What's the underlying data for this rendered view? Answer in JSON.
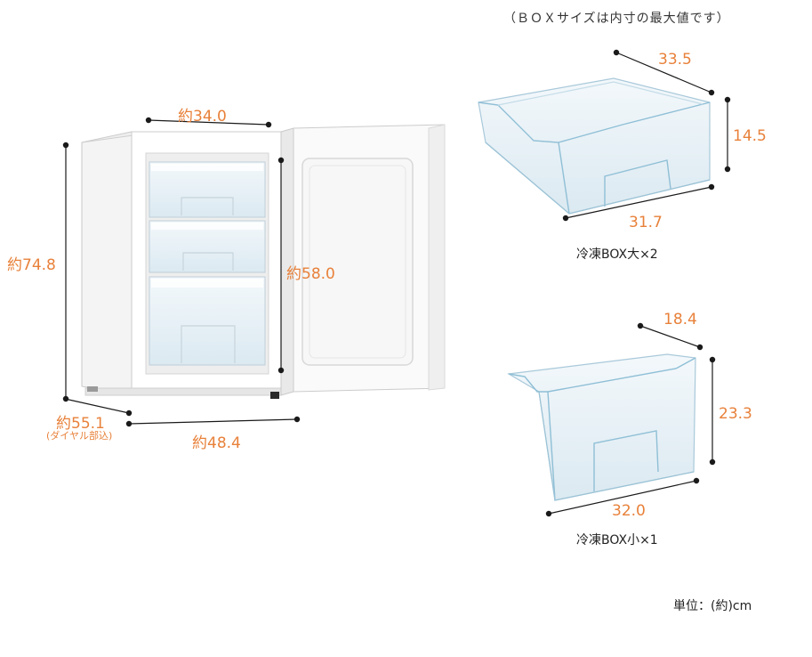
{
  "note_top": "（ＢＯＸサイズは内寸の最大値です）",
  "unit_note": "単位：(約)cm",
  "colors": {
    "dimension": "#e8813a",
    "line": "#1a1a1a",
    "box_edge": "#7fb9d4"
  },
  "freezer": {
    "width_label": "約34.0",
    "height_label": "約74.8",
    "depth_label": "約55.1",
    "depth_note": "(ダイヤル部込)",
    "door_open_label": "約48.4",
    "door_height_label": "約58.0"
  },
  "box_large": {
    "depth_label": "33.5",
    "height_label": "14.5",
    "width_label": "31.7",
    "caption": "冷凍BOX大×2"
  },
  "box_small": {
    "depth_label": "18.4",
    "height_label": "23.3",
    "width_label": "32.0",
    "caption": "冷凍BOX小×1"
  }
}
